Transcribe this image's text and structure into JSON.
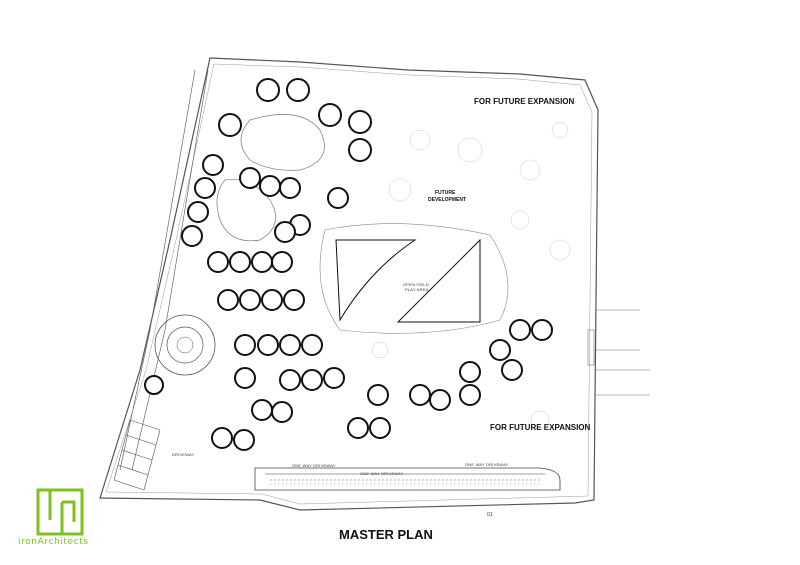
{
  "title": "MASTER PLAN",
  "labels": {
    "future_expansion_top": "FOR FUTURE EXPANSION",
    "future_expansion_bottom": "FOR FUTURE EXPANSION",
    "future_development_line1": "FUTURE",
    "future_development_line2": "DEVELOPMENT",
    "open_field_line1": "OPEN FIELD",
    "open_field_line2": "PLAY AREA",
    "one_way_driveway": "ONE WAY DRIVEWAY",
    "driveway": "DRIVEWAY",
    "sheet_number": "01"
  },
  "logo": {
    "brand": "ironArchitects",
    "mark_glyph": "IA",
    "color": "#7cc11f"
  },
  "colors": {
    "linework": "#444444",
    "fill_dark": "#111111",
    "background": "#ffffff"
  }
}
